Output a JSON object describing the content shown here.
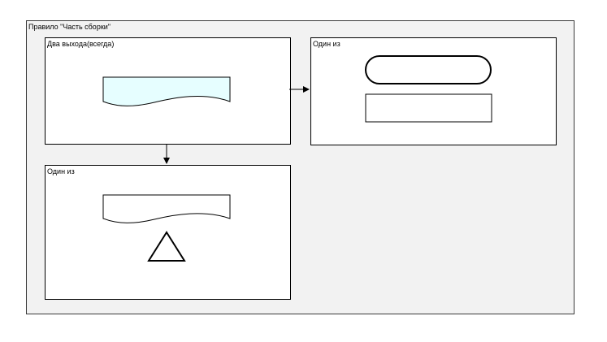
{
  "outer": {
    "title": "Правило \"Часть сборки\""
  },
  "boxes": {
    "main": {
      "title": "Два выхода(всегда)"
    },
    "right": {
      "title": "Один из"
    },
    "bottom": {
      "title": "Один из"
    }
  },
  "colors": {
    "outer_fill": "#f2f2f2",
    "document_fill_highlighted": "#e6feff",
    "stroke": "#000000"
  },
  "shapes": {
    "main": [
      "document-shape"
    ],
    "right": [
      "terminator-shape",
      "process-rectangle"
    ],
    "bottom": [
      "document-shape",
      "triangle-shape"
    ]
  }
}
